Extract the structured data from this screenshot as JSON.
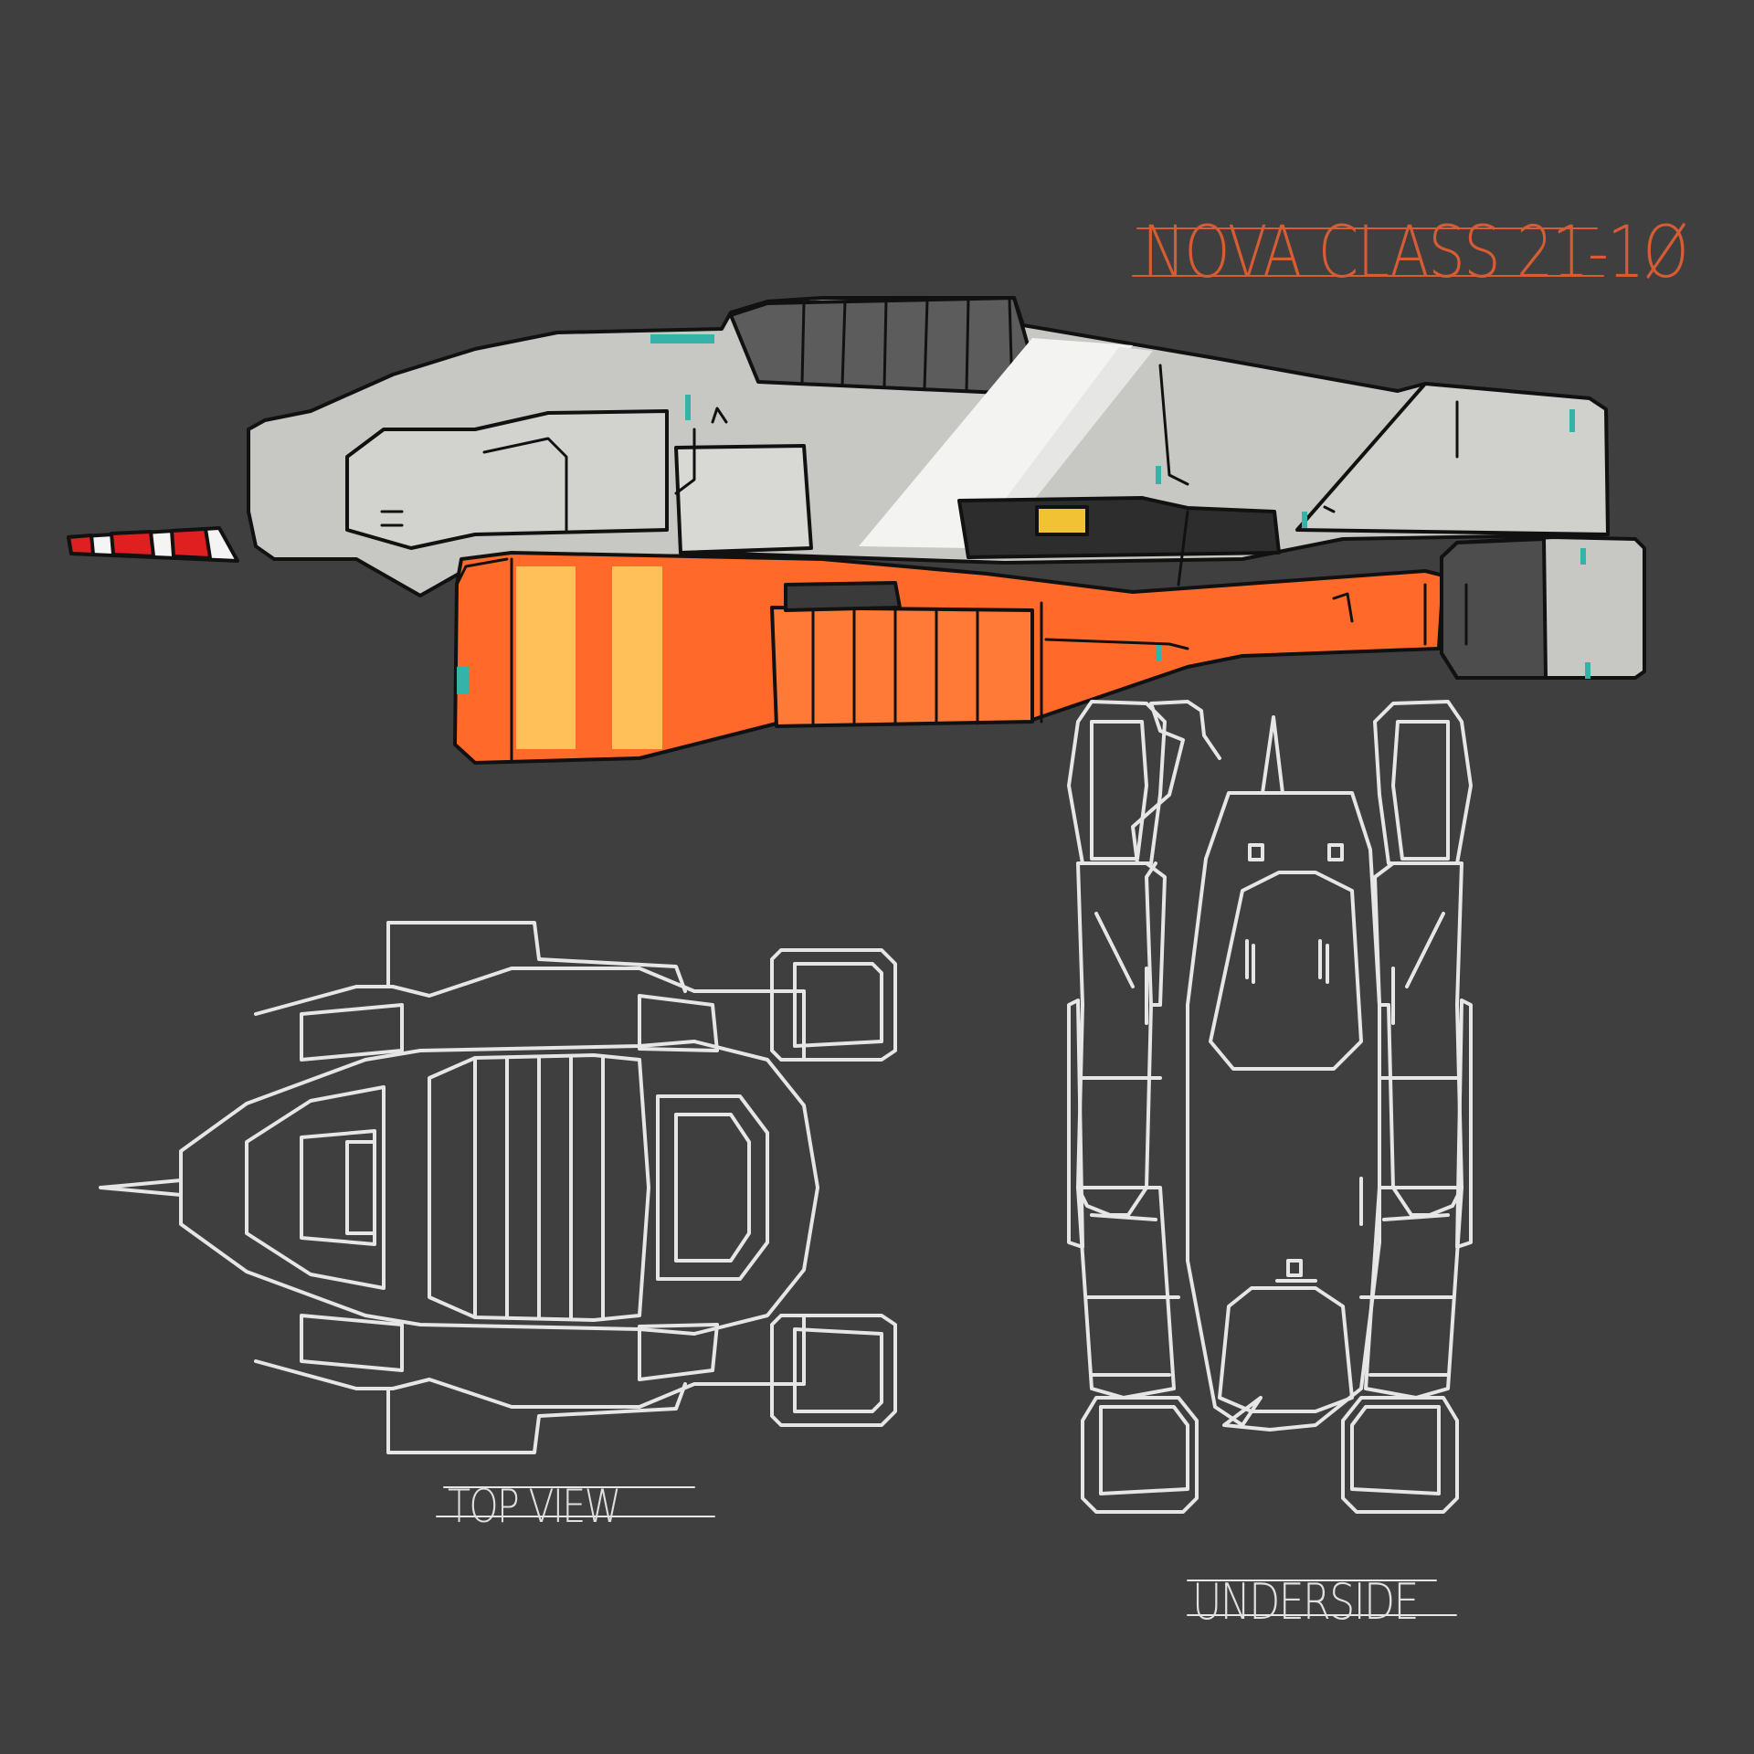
{
  "title": "NOVA CLASS 21-1Ø",
  "views": {
    "top": "TOP VIEW",
    "underside": "UNDERSIDE"
  },
  "colors": {
    "background": "#3f3f3f",
    "hull_grey": "#c7c7c4",
    "hull_dark": "#5e5e5e",
    "orange": "#ff6a2b",
    "orange_light": "#ffc05a",
    "accent_teal": "#36b3a8",
    "nose_red": "#e02020",
    "title_orange": "#d65c33",
    "line_white": "#e6e6e6"
  }
}
